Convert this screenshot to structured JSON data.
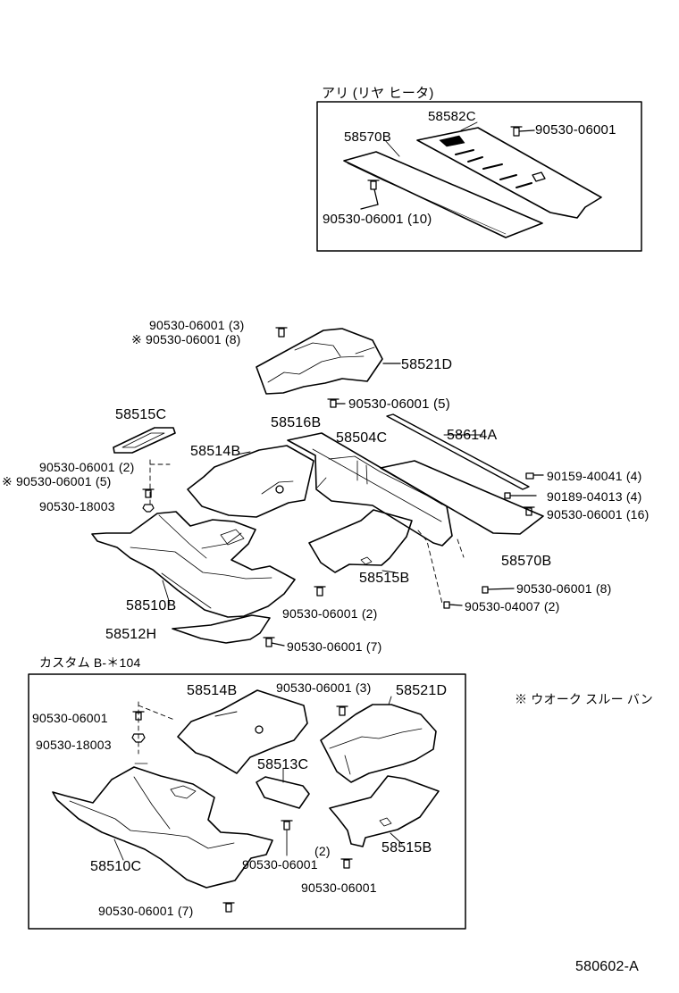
{
  "diagram_id": "580602-A",
  "legend_note": "※ ウオーク スルー バン",
  "inset_top": {
    "title": "アリ (リヤ ヒータ)",
    "labels": {
      "p58582c": "58582C",
      "p58570b": "58570B",
      "bolt_top": "90530-06001",
      "bolt_bottom": "90530-06001 (10)"
    }
  },
  "main": {
    "labels": {
      "bolt_3": "90530-06001 (3)",
      "bolt_8": "※ 90530-06001 (8)",
      "p58521d": "58521D",
      "bolt_5": "90530-06001 (5)",
      "p58515c": "58515C",
      "p58516b": "58516B",
      "p58504c": "58504C",
      "p58614a": "58614A",
      "p58514b": "58514B",
      "bolt_2": "90530-06001 (2)",
      "bolt_5b": "※ 90530-06001 (5)",
      "bolt_40041": "90159-40041 (4)",
      "bolt_04013": "90189-04013 (4)",
      "bolt_16": "90530-06001 (16)",
      "clip_18003": "90530-18003",
      "p58570b": "58570B",
      "p58515b": "58515B",
      "bolt_8b": "90530-06001 (8)",
      "p58510b": "58510B",
      "bolt_2b": "90530-06001 (2)",
      "bolt_04007": "90530-04007 (2)",
      "p58512h": "58512H",
      "bolt_7": "90530-06001 (7)"
    }
  },
  "inset_bottom": {
    "title": "カスタム B-＊104",
    "labels": {
      "p58514b": "58514B",
      "bolt_3": "90530-06001 (3)",
      "p58521d": "58521D",
      "bolt_a": "90530-06001",
      "clip_18003": "90530-18003",
      "p58513c": "58513C",
      "p58515b": "58515B",
      "p58510c": "58510C",
      "qty_2": "(2)",
      "bolt_b": "90530-06001",
      "bolt_c": "90530-06001",
      "bolt_7": "90530-06001 (7)"
    }
  }
}
